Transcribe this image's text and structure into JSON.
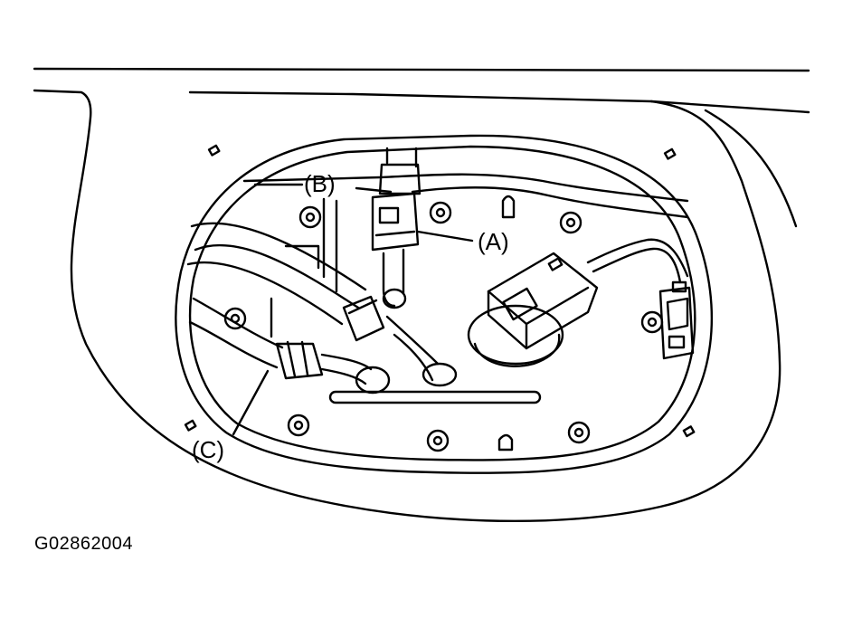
{
  "figure": {
    "labels": {
      "a": "(A)",
      "b": "(B)",
      "c": "(C)"
    },
    "code": "G02862004"
  },
  "colors": {
    "ink": "#000000",
    "paper": "#ffffff"
  }
}
